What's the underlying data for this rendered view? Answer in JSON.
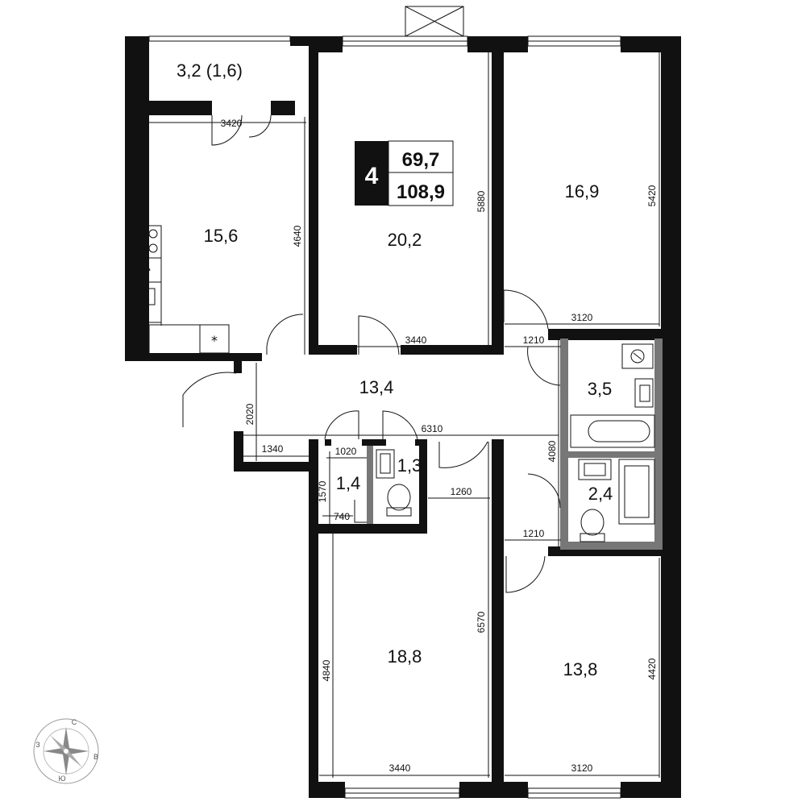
{
  "badge": {
    "rooms": "4",
    "living_area": "69,7",
    "total_area": "108,9"
  },
  "rooms": [
    {
      "id": "balcony",
      "area": "3,2 (1,6)"
    },
    {
      "id": "kitchen",
      "area": "15,6"
    },
    {
      "id": "room-center",
      "area": "20,2"
    },
    {
      "id": "room-top-right",
      "area": "16,9"
    },
    {
      "id": "hall",
      "area": "13,4"
    },
    {
      "id": "bathroom",
      "area": "3,5"
    },
    {
      "id": "wc-right",
      "area": "2,4"
    },
    {
      "id": "closet",
      "area": "1,4"
    },
    {
      "id": "wc-small",
      "area": "1,3"
    },
    {
      "id": "room-bottom-left",
      "area": "18,8"
    },
    {
      "id": "room-bottom-right",
      "area": "13,8"
    }
  ],
  "dimensions": {
    "kitchen_width": "3420",
    "kitchen_depth": "4640",
    "room_center_width": "3440",
    "room_center_depth": "5880",
    "room_tr_depth": "5420",
    "room_tr_width": "3120",
    "corridor_right_top": "1210",
    "hall_depth": "2020",
    "hall_left": "1340",
    "closet_width": "1020",
    "hall_length": "6310",
    "closet_depth": "1570",
    "closet_door": "740",
    "wc_passage": "1260",
    "right_corridor": "4080",
    "corridor_right_bottom": "1210",
    "room_bl_depth_inner": "4840",
    "room_bl_depth_outer": "6570",
    "room_br_depth": "4420",
    "room_bl_width": "3440",
    "room_br_width": "3120"
  },
  "compass": {
    "north": "С",
    "west": "З",
    "east": "В",
    "south": "Ю"
  },
  "colors": {
    "wall": "#111111",
    "interior_wall": "#777777",
    "background": "#ffffff"
  }
}
